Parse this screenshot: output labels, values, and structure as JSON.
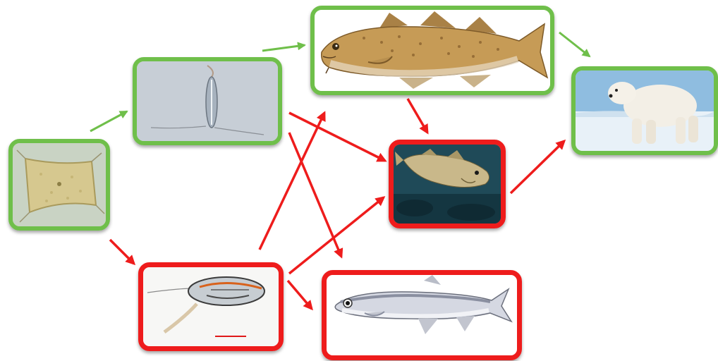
{
  "colors": {
    "positive": "#6fbf4a",
    "negative": "#ee1c1c"
  },
  "nodes": [
    {
      "id": "diatom",
      "status": "positive",
      "icon": "diatom-micrograph"
    },
    {
      "id": "copepod-green",
      "status": "positive",
      "icon": "copepod-micrograph"
    },
    {
      "id": "atlantic-cod",
      "status": "positive",
      "icon": "atlantic-cod-illustration"
    },
    {
      "id": "polar-bear",
      "status": "positive",
      "icon": "polar-bear-photo"
    },
    {
      "id": "cod-underwater",
      "status": "negative",
      "icon": "cod-underwater-photo"
    },
    {
      "id": "copepod-red",
      "status": "negative",
      "icon": "copepod-micrograph"
    },
    {
      "id": "capelin",
      "status": "negative",
      "icon": "capelin-photo"
    }
  ],
  "links": [
    {
      "from": "diatom",
      "to": "copepod-green",
      "status": "positive"
    },
    {
      "from": "copepod-green",
      "to": "atlantic-cod",
      "status": "positive"
    },
    {
      "from": "atlantic-cod",
      "to": "polar-bear",
      "status": "positive"
    },
    {
      "from": "diatom",
      "to": "copepod-red",
      "status": "negative"
    },
    {
      "from": "copepod-green",
      "to": "cod-underwater",
      "status": "negative"
    },
    {
      "from": "copepod-green",
      "to": "capelin",
      "status": "negative"
    },
    {
      "from": "copepod-red",
      "to": "atlantic-cod",
      "status": "negative"
    },
    {
      "from": "copepod-red",
      "to": "cod-underwater",
      "status": "negative"
    },
    {
      "from": "copepod-red",
      "to": "capelin",
      "status": "negative"
    },
    {
      "from": "atlantic-cod",
      "to": "cod-underwater",
      "status": "negative"
    },
    {
      "from": "cod-underwater",
      "to": "polar-bear",
      "status": "negative"
    }
  ]
}
